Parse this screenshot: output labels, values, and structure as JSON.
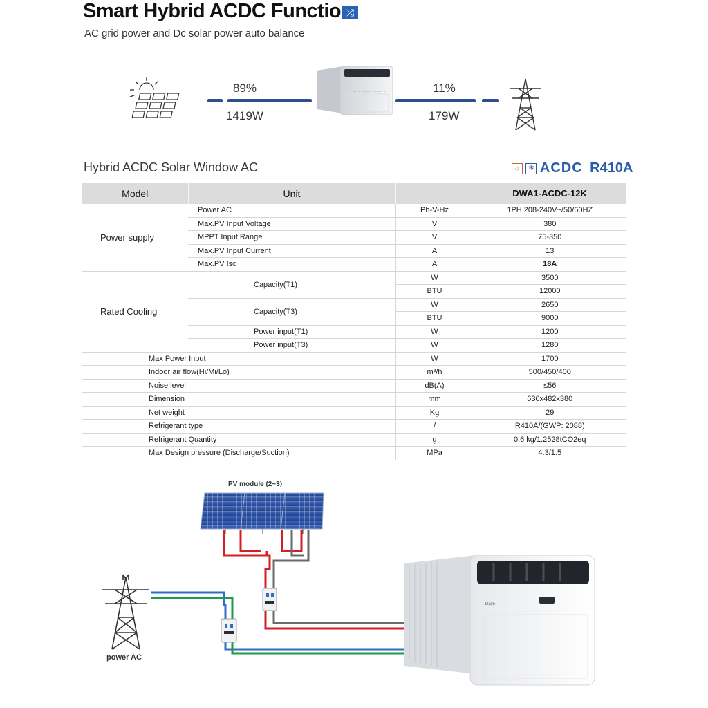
{
  "header": {
    "title": "Smart Hybrid ACDC Function",
    "subtitle": "AC grid power and Dc solar power auto balance",
    "badge_icon": "shuffle-icon"
  },
  "power_flow": {
    "solar_percent": "89%",
    "solar_watts": "1419W",
    "grid_percent": "11%",
    "grid_watts": "179W"
  },
  "table": {
    "title": "Hybrid ACDC Solar Window AC",
    "logo_text": "ACDC",
    "logo_refrigerant": "R410A",
    "headers": {
      "model": "Model",
      "unit": "Unit",
      "product": "DWA1-ACDC-12K"
    },
    "power_supply": {
      "group": "Power supply",
      "rows": [
        {
          "label": "Power AC",
          "unit": "Ph-V-Hz",
          "value": "1PH 208-240V~/50/60HZ"
        },
        {
          "label": "Max.PV Input Voltage",
          "unit": "V",
          "value": "380"
        },
        {
          "label": "MPPT Input Range",
          "unit": "V",
          "value": "75-350"
        },
        {
          "label": "Max.PV Input Current",
          "unit": "A",
          "value": "13"
        },
        {
          "label": "Max.PV Isc",
          "unit": "A",
          "value": "18A"
        }
      ]
    },
    "rated_cooling": {
      "group": "Rated Cooling",
      "capacity_t1": {
        "label": "Capacity(T1)",
        "unit_a": "W",
        "value_a": "3500",
        "unit_b": "BTU",
        "value_b": "12000"
      },
      "capacity_t3": {
        "label": "Capacity(T3)",
        "unit_a": "W",
        "value_a": "2650",
        "unit_b": "BTU",
        "value_b": "9000"
      },
      "power_t1": {
        "label": "Power input(T1)",
        "unit": "W",
        "value": "1200"
      },
      "power_t3": {
        "label": "Power input(T3)",
        "unit": "W",
        "value": "1280"
      }
    },
    "other_rows": [
      {
        "label": "Max Power Input",
        "unit": "W",
        "value": "1700"
      },
      {
        "label": "Indoor air flow(Hi/Mi/Lo)",
        "unit": "m³/h",
        "value": "500/450/400"
      },
      {
        "label": "Noise level",
        "unit": "dB(A)",
        "value": "≤56"
      },
      {
        "label": "Dimension",
        "unit": "mm",
        "value": "630x482x380"
      },
      {
        "label": "Net weight",
        "unit": "Kg",
        "value": "29"
      },
      {
        "label": "Refrigerant type",
        "unit": "/",
        "value": "R410A/(GWP: 2088)"
      },
      {
        "label": "Refrigerant Quantity",
        "unit": "g",
        "value": "0.6 kg/1.2528tCO2eq"
      },
      {
        "label": "Max Design pressure (Discharge/Suction)",
        "unit": "MPa",
        "value": "4.3/1.5"
      }
    ]
  },
  "diagram": {
    "pv_label": "PV module (2~3)",
    "power_ac_label": "power AC",
    "ac_brand": "Daye"
  },
  "colors": {
    "flow_line": "#2d4f8f",
    "wire_red": "#d21f26",
    "wire_blue": "#2f6ec0",
    "wire_green": "#1e9a4a",
    "wire_gray": "#6a6a6a",
    "badge_blue": "#2a62b4",
    "logo_blue": "#2a5caa"
  }
}
